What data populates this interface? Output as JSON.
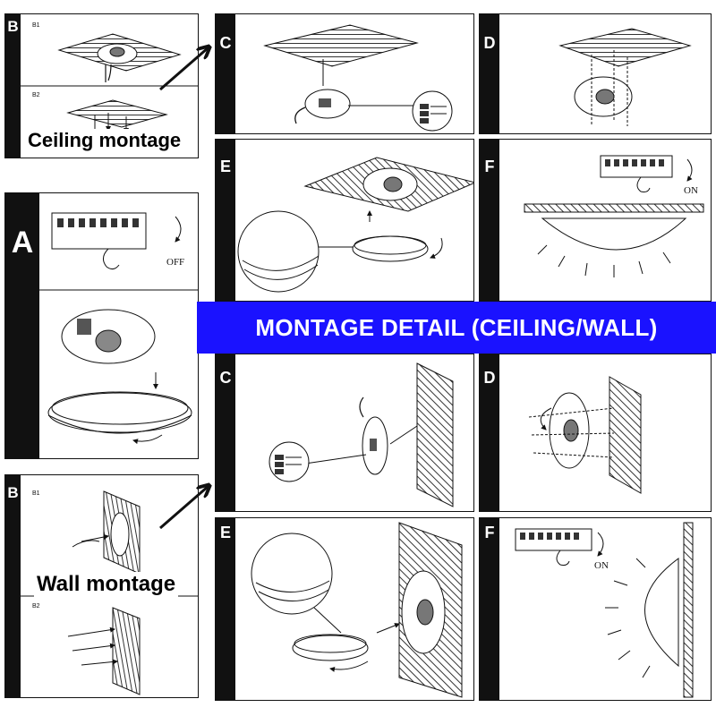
{
  "banner": {
    "title": "MONTAGE DETAIL (CEILING/WALL)"
  },
  "captions": {
    "ceiling": "Ceiling montage",
    "wall": "Wall montage"
  },
  "labels": {
    "off": "OFF",
    "on": "ON",
    "b1": "B1",
    "b2": "B2"
  },
  "panels": {
    "ceiling_b": "B",
    "ceiling_c": "C",
    "ceiling_d": "D",
    "ceiling_e": "E",
    "ceiling_f": "F",
    "step_a": "A",
    "wall_b": "B",
    "wall_c": "C",
    "wall_d": "D",
    "wall_e": "E",
    "wall_f": "F"
  },
  "colors": {
    "banner": "#1a12ff",
    "bar": "#111111",
    "line": "#111111"
  }
}
